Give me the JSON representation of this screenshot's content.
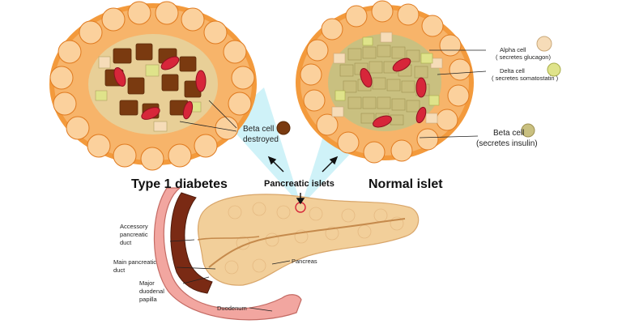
{
  "panels": {
    "left_title": "Type 1 diabetes",
    "right_title": "Normal islet",
    "center_label": "Pancreatic islets"
  },
  "legend": {
    "alpha_line1": "Alpha cell",
    "alpha_line2": "( secretes glucagon)",
    "delta_line1": "Delta cell",
    "delta_line2": "( secretes somatostatin )",
    "beta_line1": "Beta cell",
    "beta_line2": "(secretes insulin)",
    "destroyed_line1": "Beta cell",
    "destroyed_line2": "destroyed"
  },
  "anatomy": {
    "accessory_line1": "Accessory",
    "accessory_line2": "pancreatic",
    "accessory_line3": "duct",
    "main_line1": "Main pancreatic",
    "main_line2": "duct",
    "papilla_line1": "Major",
    "papilla_line2": "duodenal",
    "papilla_line3": "papilla",
    "pancreas": "Pancreas",
    "duodenum": "Duodenum"
  },
  "colors": {
    "islet_rim": "#f39a3c",
    "acinar_fill": "#f7b46a",
    "beta_cell": "#c9c080",
    "alpha_cell": "#f6dcb8",
    "delta_cell": "#dfe38a",
    "destroyed_cell": "#7a3a10",
    "capillary": "#d7263a",
    "highlight_cone": "#bfeef5",
    "pancreas": "#f2cf9a",
    "duodenum": "#f2a6a0"
  }
}
